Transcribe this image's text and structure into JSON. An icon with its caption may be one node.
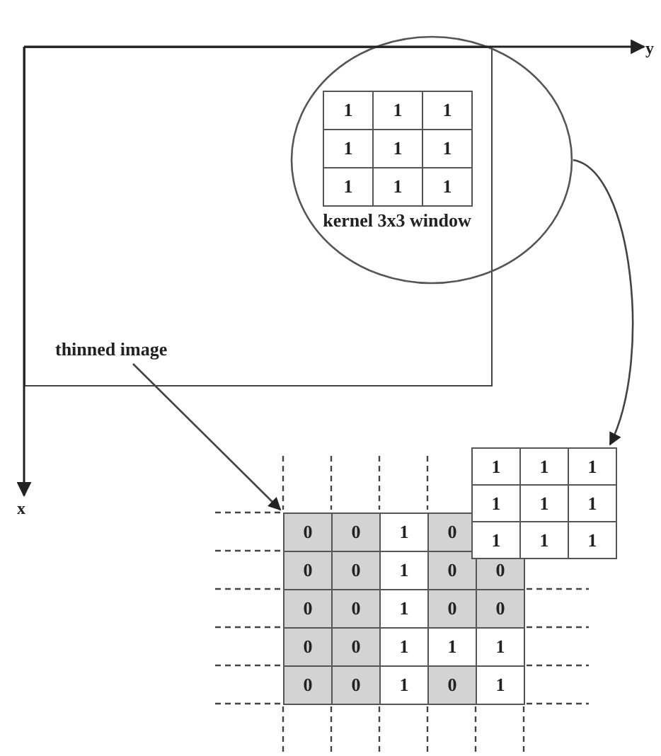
{
  "diagram": {
    "nodes": [
      {
        "text": [],
        "shape": "box"
      },
      {
        "text": [],
        "shape": "ellipse"
      },
      {
        "text": [
          "1",
          "1",
          "1",
          "1",
          "1",
          "1",
          "1",
          "1",
          "1"
        ],
        "beside": [
          "kernel 3x3 window"
        ]
      },
      {
        "text": [
          "thinned image"
        ],
        "in": 0
      },
      {
        "text": [
          "0",
          "0",
          "1",
          "0",
          "0",
          "0",
          "1",
          "0",
          "0",
          "0",
          "0",
          "1",
          "0",
          "0",
          "0",
          "0",
          "1",
          "1",
          "1",
          "0",
          "0",
          "1",
          "0",
          "1"
        ]
      },
      {
        "text": [
          "1",
          "1",
          "1",
          "1",
          "1",
          "1",
          "1",
          "1",
          "1"
        ]
      }
    ],
    "edges": [
      {
        "from": 1,
        "to": 5,
        "arrow": "to"
      },
      {
        "from": 3,
        "to": 4,
        "arrow": "to"
      }
    ],
    "labels": [
      "y",
      "x"
    ]
  }
}
